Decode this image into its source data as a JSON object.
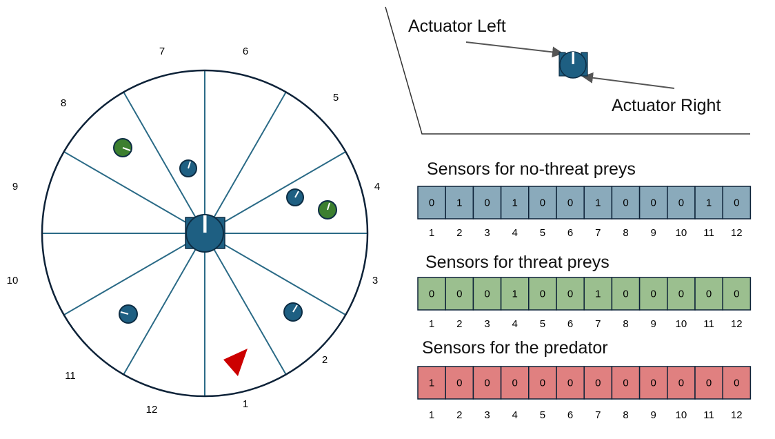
{
  "arena": {
    "sector_numbers": [
      "1",
      "2",
      "3",
      "4",
      "5",
      "6",
      "7",
      "8",
      "9",
      "10",
      "11",
      "12"
    ]
  },
  "actuators": {
    "left_label": "Actuator Left",
    "right_label": "Actuator Right"
  },
  "sensor_arrays": [
    {
      "id": "no-threat",
      "title": "Sensors for no-threat preys",
      "values": [
        "0",
        "1",
        "0",
        "1",
        "0",
        "0",
        "1",
        "0",
        "0",
        "0",
        "1",
        "0"
      ],
      "fill": "#8aaabb",
      "indices": [
        "1",
        "2",
        "3",
        "4",
        "5",
        "6",
        "7",
        "8",
        "9",
        "10",
        "11",
        "12"
      ]
    },
    {
      "id": "threat",
      "title": "Sensors for threat preys",
      "values": [
        "0",
        "0",
        "0",
        "1",
        "0",
        "0",
        "1",
        "0",
        "0",
        "0",
        "0",
        "0"
      ],
      "fill": "#9bbf8f",
      "indices": [
        "1",
        "2",
        "3",
        "4",
        "5",
        "6",
        "7",
        "8",
        "9",
        "10",
        "11",
        "12"
      ]
    },
    {
      "id": "predator",
      "title": "Sensors for the predator",
      "values": [
        "1",
        "0",
        "0",
        "0",
        "0",
        "0",
        "0",
        "0",
        "0",
        "0",
        "0",
        "0"
      ],
      "fill": "#e08080",
      "indices": [
        "1",
        "2",
        "3",
        "4",
        "5",
        "6",
        "7",
        "8",
        "9",
        "10",
        "11",
        "12"
      ]
    }
  ],
  "colors": {
    "agent": "#1e5f82",
    "agent_stroke": "#0d2d44",
    "no_threat_prey": "#1e5f82",
    "threat_prey": "#3c7f2f",
    "predator": "#cc0000",
    "arena_lines": "#2a6a86",
    "arena_border": "#0d2238"
  }
}
